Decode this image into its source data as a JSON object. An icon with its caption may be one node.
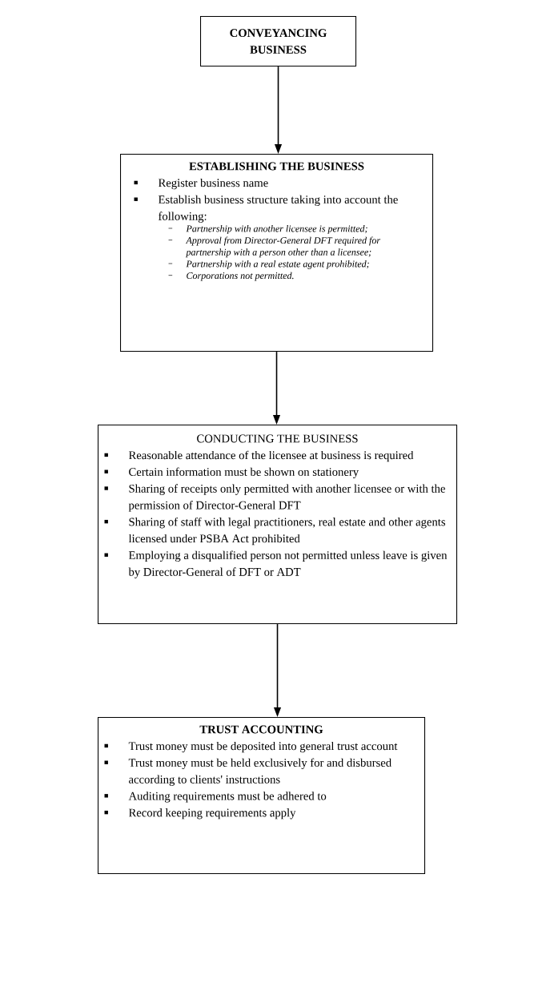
{
  "diagram": {
    "nodes": [
      {
        "text": [
          "CONVEYANCING BUSINESS"
        ]
      },
      {
        "text": [
          "ESTABLISHING THE BUSINESS",
          "Register business name",
          "Establish business structure taking into account the following:",
          "Partnership with another licensee is permitted;",
          "Approval from Director-General DFT required for partnership with a person other than a licensee;",
          "Partnership with a real estate agent prohibited;",
          "Corporations not permitted."
        ]
      },
      {
        "text": [
          "CONDUCTING THE BUSINESS",
          "Reasonable attendance of the licensee at business is required",
          "Certain information must be shown on stationery",
          "Sharing of receipts only permitted with another licensee or with the permission of Director-General DFT",
          "Sharing of staff with legal practitioners, real estate and other agents licensed under PSBA Act prohibited",
          "Employing a disqualified person not permitted unless leave is given by Director-General of DFT or ADT"
        ]
      },
      {
        "text": [
          "TRUST ACCOUNTING",
          "Trust money must be deposited into general trust account",
          "Trust money must be held exclusively for and disbursed according to clients' instructions",
          "Auditing requirements must be adhered to",
          "Record keeping requirements apply"
        ]
      }
    ],
    "edges": [
      {
        "from": 0,
        "to": 1,
        "arrow": "to"
      },
      {
        "from": 1,
        "to": 2,
        "arrow": "to"
      },
      {
        "from": 2,
        "to": 3,
        "arrow": "to"
      }
    ]
  }
}
